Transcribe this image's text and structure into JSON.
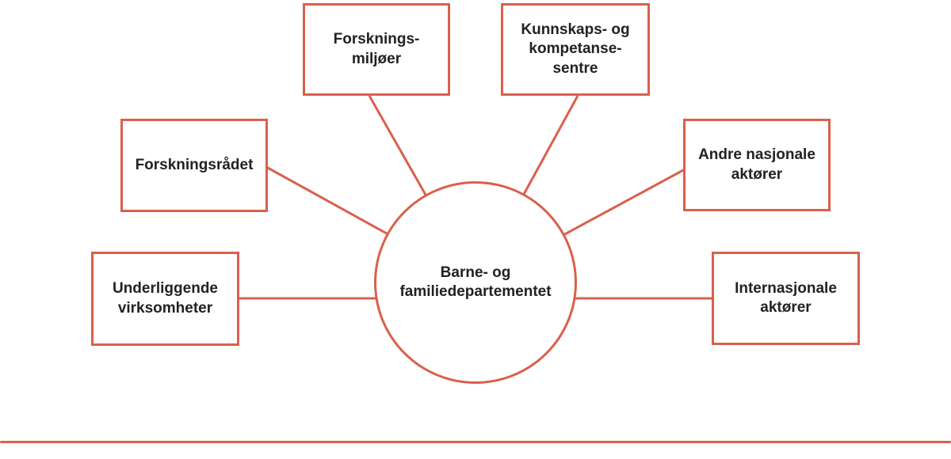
{
  "diagram": {
    "center_node": {
      "label": "Barne- og\nfamiliedepartementet"
    },
    "nodes": [
      {
        "id": "forskningsmiljoer",
        "label": "Forsknings-\nmiljøer"
      },
      {
        "id": "kunnskaps-kompetansesentre",
        "label": "Kunnskaps- og\nkompetanse-\nsentre"
      },
      {
        "id": "forskningsradet",
        "label": "Forskningsrådet"
      },
      {
        "id": "andre-nasjonale-aktorer",
        "label": "Andre nasjonale\naktører"
      },
      {
        "id": "underliggende-virksomheter",
        "label": "Underliggende\nvirksomheter"
      },
      {
        "id": "internasjonale-aktorer",
        "label": "Internasjonale\naktører"
      }
    ],
    "colors": {
      "accent": "#d9604c",
      "text": "#222222",
      "background": "#ffffff"
    }
  }
}
